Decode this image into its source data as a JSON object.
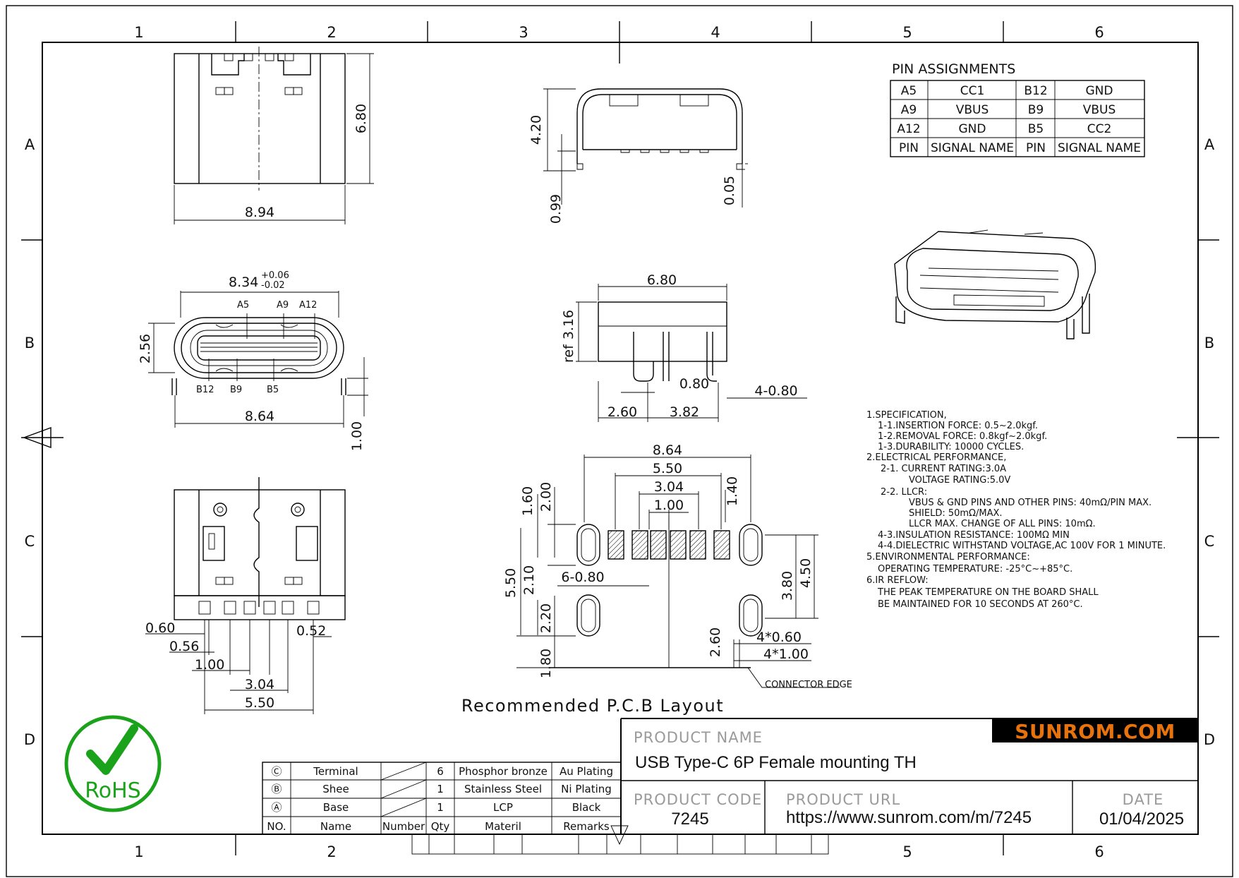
{
  "grid": {
    "columns": [
      "1",
      "2",
      "3",
      "4",
      "5",
      "6"
    ],
    "bottom_columns": [
      "1",
      "2",
      "5",
      "6"
    ],
    "rows": [
      "A",
      "B",
      "C",
      "D"
    ]
  },
  "pin_assignments": {
    "title": "PIN ASSIGNMENTS",
    "rows": [
      [
        "A5",
        "CC1",
        "B12",
        "GND"
      ],
      [
        "A9",
        "VBUS",
        "B9",
        "VBUS"
      ],
      [
        "A12",
        "GND",
        "B5",
        "CC2"
      ],
      [
        "PIN",
        "SIGNAL NAME",
        "PIN",
        "SIGNAL NAME"
      ]
    ]
  },
  "dimensions": {
    "top_view": {
      "width": "8.94",
      "height": "6.80"
    },
    "side_view": {
      "height": "4.20",
      "leg": "0.99",
      "gap": "0.05"
    },
    "front_view": {
      "width": "8.34",
      "tol_plus": "+0.06",
      "tol_minus": "-0.02",
      "height": "2.56",
      "pin_span": "8.64",
      "leg": "1.00",
      "pins_top": [
        "A5",
        "A9",
        "A12"
      ],
      "pins_bottom": [
        "B12",
        "B9",
        "B5"
      ]
    },
    "profile_view": {
      "width": "6.80",
      "ref_label": "ref",
      "ref_height": "3.16",
      "pin_w": "0.80",
      "legs": "4-0.80",
      "off1": "2.60",
      "off2": "3.82"
    },
    "bottom_view": {
      "d1": "0.60",
      "d2": "0.56",
      "d3": "1.00",
      "d4": "3.04",
      "d5": "5.50",
      "d6": "0.52"
    },
    "pcb": {
      "w_total": "8.64",
      "w_slots": "5.50",
      "w_inner": "3.04",
      "w_pitch": "1.00",
      "h_160": "1.60",
      "h_200": "2.00",
      "h_140": "1.40",
      "h_550": "5.50",
      "h_210": "2.10",
      "h_220": "2.20",
      "h_180": "1.80",
      "pads": "6-0.80",
      "h_380": "3.80",
      "h_450": "4.50",
      "h_260": "2.60",
      "slot1": "4*0.60",
      "slot2": "4*1.00",
      "edge": "CONNECTOR EDGE"
    },
    "pcb_caption": "Recommended P.C.B Layout"
  },
  "specs": [
    "1.SPECIFICATION,",
    "1-1.INSERTION FORCE: 0.5~2.0kgf.",
    "1-2.REMOVAL FORCE: 0.8kgf~2.0kgf.",
    "1-3.DURABILITY: 10000 CYCLES.",
    "2.ELECTRICAL PERFORMANCE,",
    "2-1. CURRENT RATING:3.0A",
    "VOLTAGE RATING:5.0V",
    "2-2. LLCR:",
    "VBUS & GND PINS AND OTHER PINS: 40mΩ/PIN MAX.",
    "SHIELD: 50mΩ/MAX.",
    "LLCR MAX. CHANGE OF ALL PINS: 10mΩ.",
    "4-3.INSULATION RESISTANCE: 100MΩ MIN",
    "4-4.DIELECTRIC WITHSTAND VOLTAGE,AC 100V FOR 1 MINUTE.",
    "5.ENVIRONMENTAL PERFORMANCE:",
    "OPERATING TEMPERATURE: -25°C~+85°C.",
    "6.IR REFLOW:",
    "THE PEAK TEMPERATURE ON THE BOARD SHALL",
    "BE MAINTAINED FOR 10 SECONDS AT 260°C."
  ],
  "rohs": {
    "label": "RoHS"
  },
  "bom": {
    "rows": [
      [
        "Ⓒ",
        "Terminal",
        "",
        "6",
        "Phosphor bronze",
        "Au Plating"
      ],
      [
        "Ⓑ",
        "Shee",
        "",
        "1",
        "Stainless Steel",
        "Ni Plating"
      ],
      [
        "Ⓐ",
        "Base",
        "",
        "1",
        "LCP",
        "Black"
      ]
    ],
    "header": [
      "NO.",
      "Name",
      "Number",
      "Qty",
      "Materil",
      "Remarks"
    ]
  },
  "title_block": {
    "brand": "SUNROM.COM",
    "product_name_label": "PRODUCT NAME",
    "product_name": "USB Type-C 6P Female mounting TH",
    "product_code_label": "PRODUCT CODE",
    "product_code": "7245",
    "product_url_label": "PRODUCT URL",
    "product_url": "https://www.sunrom.com/m/7245",
    "date_label": "DATE",
    "date": "01/04/2025"
  },
  "colors": {
    "brand_bg": "#e8720c",
    "brand_text": "#ffffff",
    "rohs": "#1aa31a",
    "label_gray": "#9a9a9a"
  }
}
